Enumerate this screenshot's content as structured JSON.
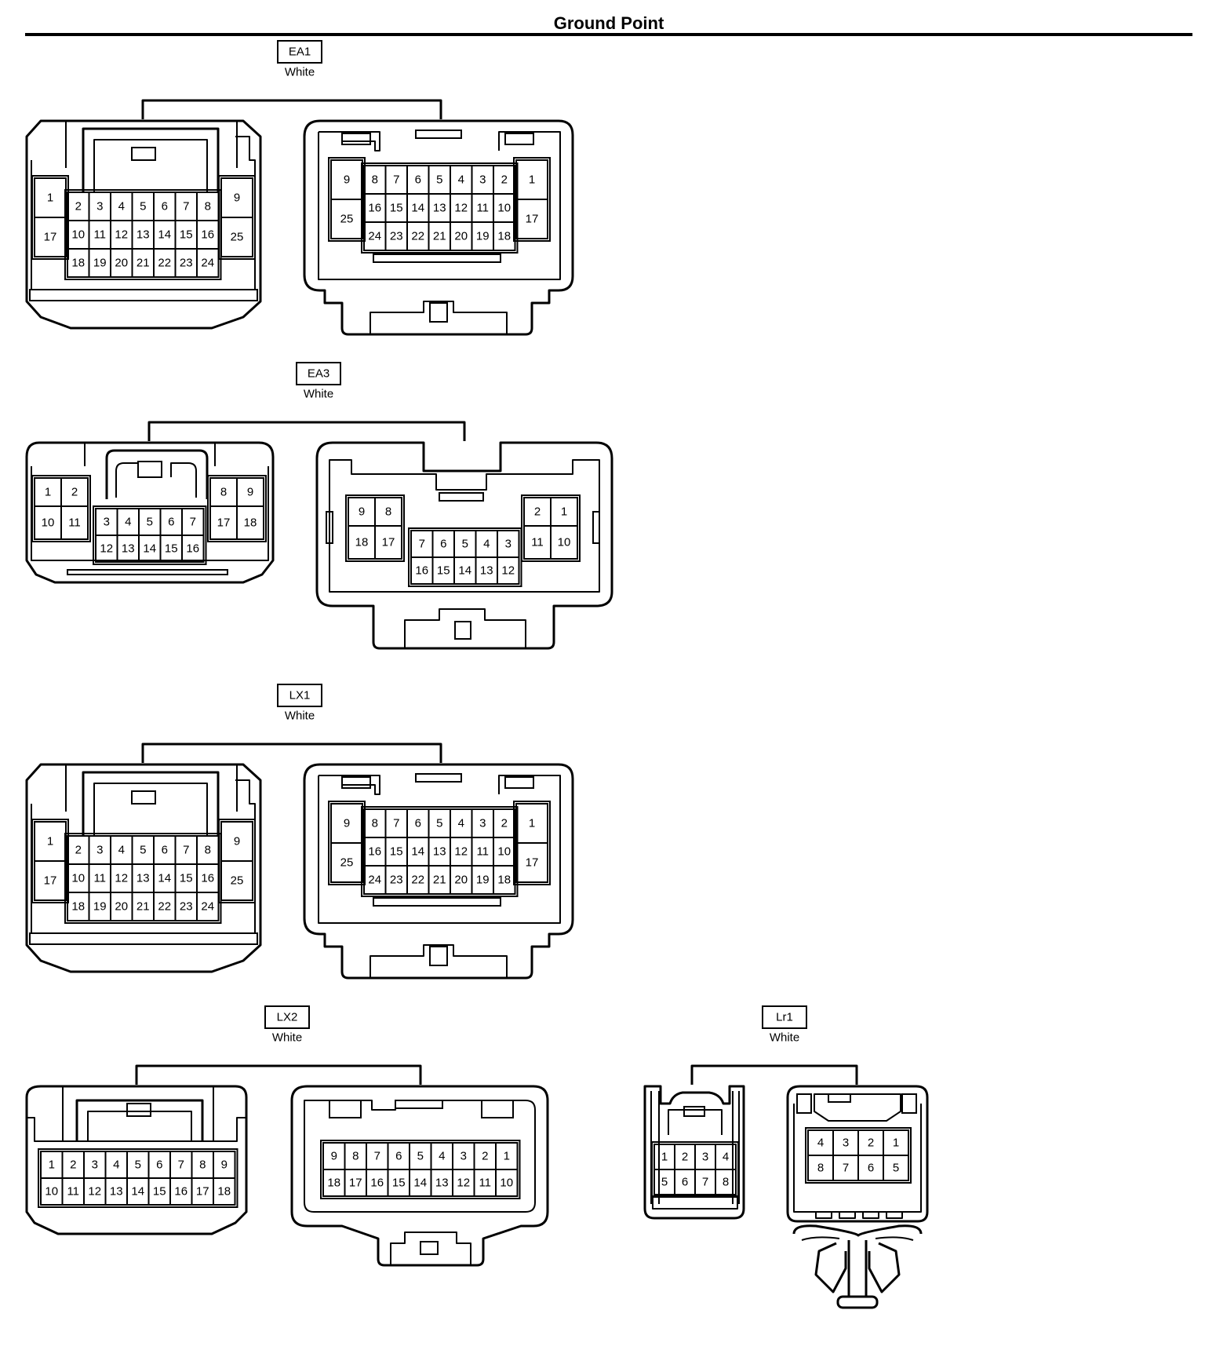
{
  "page": {
    "title": "Ground Point"
  },
  "connectors": [
    {
      "code": "EA1",
      "color": "White",
      "left_view": {
        "left_block": [
          [
            "1"
          ],
          [
            "17"
          ]
        ],
        "center_block": [
          [
            "2",
            "3",
            "4",
            "5",
            "6",
            "7",
            "8"
          ],
          [
            "10",
            "11",
            "12",
            "13",
            "14",
            "15",
            "16"
          ],
          [
            "18",
            "19",
            "20",
            "21",
            "22",
            "23",
            "24"
          ]
        ],
        "right_block": [
          [
            "9"
          ],
          [
            "25"
          ]
        ]
      },
      "right_view": {
        "left_block": [
          [
            "9"
          ],
          [
            "25"
          ]
        ],
        "center_block": [
          [
            "8",
            "7",
            "6",
            "5",
            "4",
            "3",
            "2"
          ],
          [
            "16",
            "15",
            "14",
            "13",
            "12",
            "11",
            "10"
          ],
          [
            "24",
            "23",
            "22",
            "21",
            "20",
            "19",
            "18"
          ]
        ],
        "right_block": [
          [
            "1"
          ],
          [
            "17"
          ]
        ]
      }
    },
    {
      "code": "EA3",
      "color": "White",
      "left_view": {
        "left_block": [
          [
            "1",
            "2"
          ],
          [
            "10",
            "11"
          ]
        ],
        "center_block": [
          [
            "3",
            "4",
            "5",
            "6",
            "7"
          ],
          [
            "12",
            "13",
            "14",
            "15",
            "16"
          ]
        ],
        "right_block": [
          [
            "8",
            "9"
          ],
          [
            "17",
            "18"
          ]
        ]
      },
      "right_view": {
        "left_block": [
          [
            "9",
            "8"
          ],
          [
            "18",
            "17"
          ]
        ],
        "center_block": [
          [
            "7",
            "6",
            "5",
            "4",
            "3"
          ],
          [
            "16",
            "15",
            "14",
            "13",
            "12"
          ]
        ],
        "right_block": [
          [
            "2",
            "1"
          ],
          [
            "11",
            "10"
          ]
        ]
      }
    },
    {
      "code": "LX1",
      "color": "White",
      "left_view": {
        "left_block": [
          [
            "1"
          ],
          [
            "17"
          ]
        ],
        "center_block": [
          [
            "2",
            "3",
            "4",
            "5",
            "6",
            "7",
            "8"
          ],
          [
            "10",
            "11",
            "12",
            "13",
            "14",
            "15",
            "16"
          ],
          [
            "18",
            "19",
            "20",
            "21",
            "22",
            "23",
            "24"
          ]
        ],
        "right_block": [
          [
            "9"
          ],
          [
            "25"
          ]
        ]
      },
      "right_view": {
        "left_block": [
          [
            "9"
          ],
          [
            "25"
          ]
        ],
        "center_block": [
          [
            "8",
            "7",
            "6",
            "5",
            "4",
            "3",
            "2"
          ],
          [
            "16",
            "15",
            "14",
            "13",
            "12",
            "11",
            "10"
          ],
          [
            "24",
            "23",
            "22",
            "21",
            "20",
            "19",
            "18"
          ]
        ],
        "right_block": [
          [
            "1"
          ],
          [
            "17"
          ]
        ]
      }
    },
    {
      "code": "LX2",
      "color": "White",
      "left_view": {
        "center_block": [
          [
            "1",
            "2",
            "3",
            "4",
            "5",
            "6",
            "7",
            "8",
            "9"
          ],
          [
            "10",
            "11",
            "12",
            "13",
            "14",
            "15",
            "16",
            "17",
            "18"
          ]
        ]
      },
      "right_view": {
        "center_block": [
          [
            "9",
            "8",
            "7",
            "6",
            "5",
            "4",
            "3",
            "2",
            "1"
          ],
          [
            "18",
            "17",
            "16",
            "15",
            "14",
            "13",
            "12",
            "11",
            "10"
          ]
        ]
      }
    },
    {
      "code": "Lr1",
      "color": "White",
      "left_view": {
        "center_block": [
          [
            "1",
            "2",
            "3",
            "4"
          ],
          [
            "5",
            "6",
            "7",
            "8"
          ]
        ]
      },
      "right_view": {
        "center_block": [
          [
            "4",
            "3",
            "2",
            "1"
          ],
          [
            "8",
            "7",
            "6",
            "5"
          ]
        ]
      }
    }
  ]
}
